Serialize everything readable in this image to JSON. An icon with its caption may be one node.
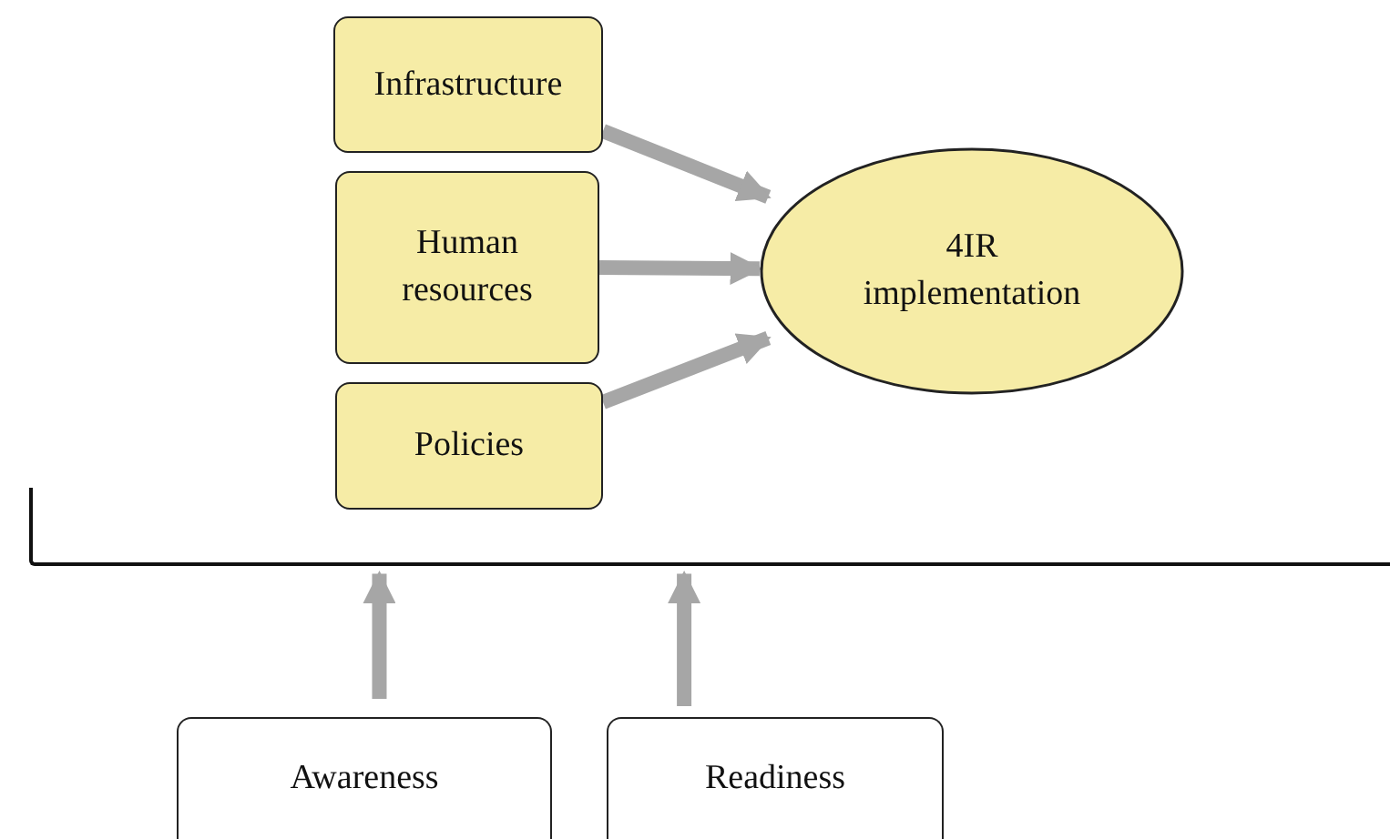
{
  "diagram": {
    "nodes": [
      {
        "text": [
          "Infrastructure"
        ]
      },
      {
        "text": [
          "Human resources"
        ]
      },
      {
        "text": [
          "Policies"
        ]
      },
      {
        "text": [
          "4IR implementation"
        ]
      },
      {
        "text": [],
        "shape": "bracket"
      },
      {
        "text": [
          "Awareness"
        ]
      },
      {
        "text": [
          "Readiness"
        ]
      }
    ],
    "edges": [
      {
        "from": 0,
        "to": 3,
        "arrow": "to"
      },
      {
        "from": 1,
        "to": 3,
        "arrow": "to"
      },
      {
        "from": 2,
        "to": 3,
        "arrow": "to"
      },
      {
        "from": 5,
        "to": 4,
        "arrow": "to"
      },
      {
        "from": 6,
        "to": 4,
        "arrow": "to"
      }
    ]
  }
}
